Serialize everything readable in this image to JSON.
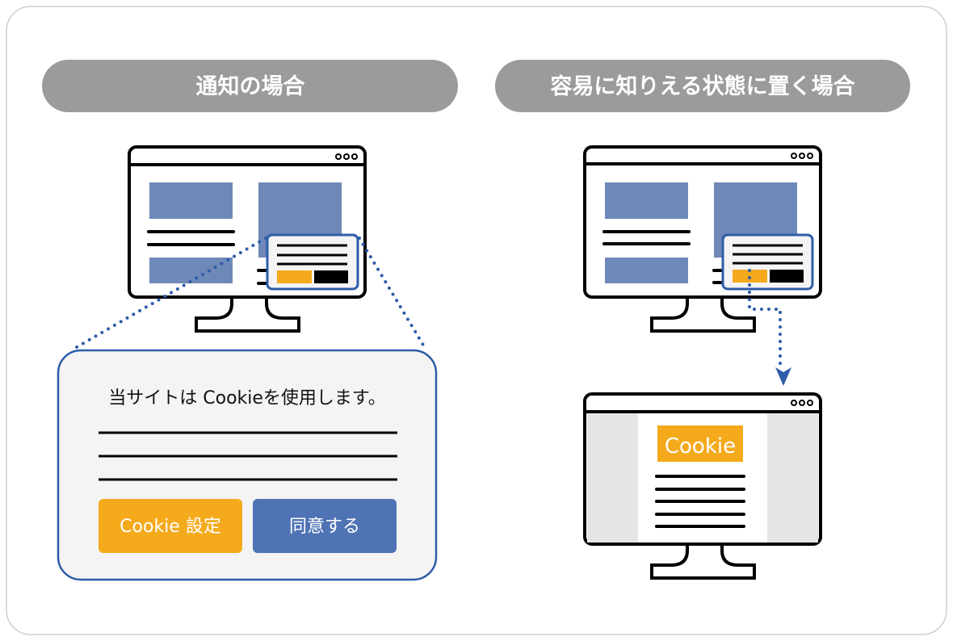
{
  "colors": {
    "accent_orange": "#f5aa1c",
    "accent_blue": "#4f73b5",
    "border_blue": "#2e5ca8",
    "header_gray": "#9b9b9b",
    "block_blue": "#6e88b8"
  },
  "left": {
    "title": "通知の場合",
    "callout": {
      "message": "当サイトは Cookieを使用します。",
      "settings_button": "Cookie 設定",
      "agree_button": "同意する"
    }
  },
  "right": {
    "title": "容易に知りえる状態に置く場合",
    "page_heading": "Cookie"
  }
}
